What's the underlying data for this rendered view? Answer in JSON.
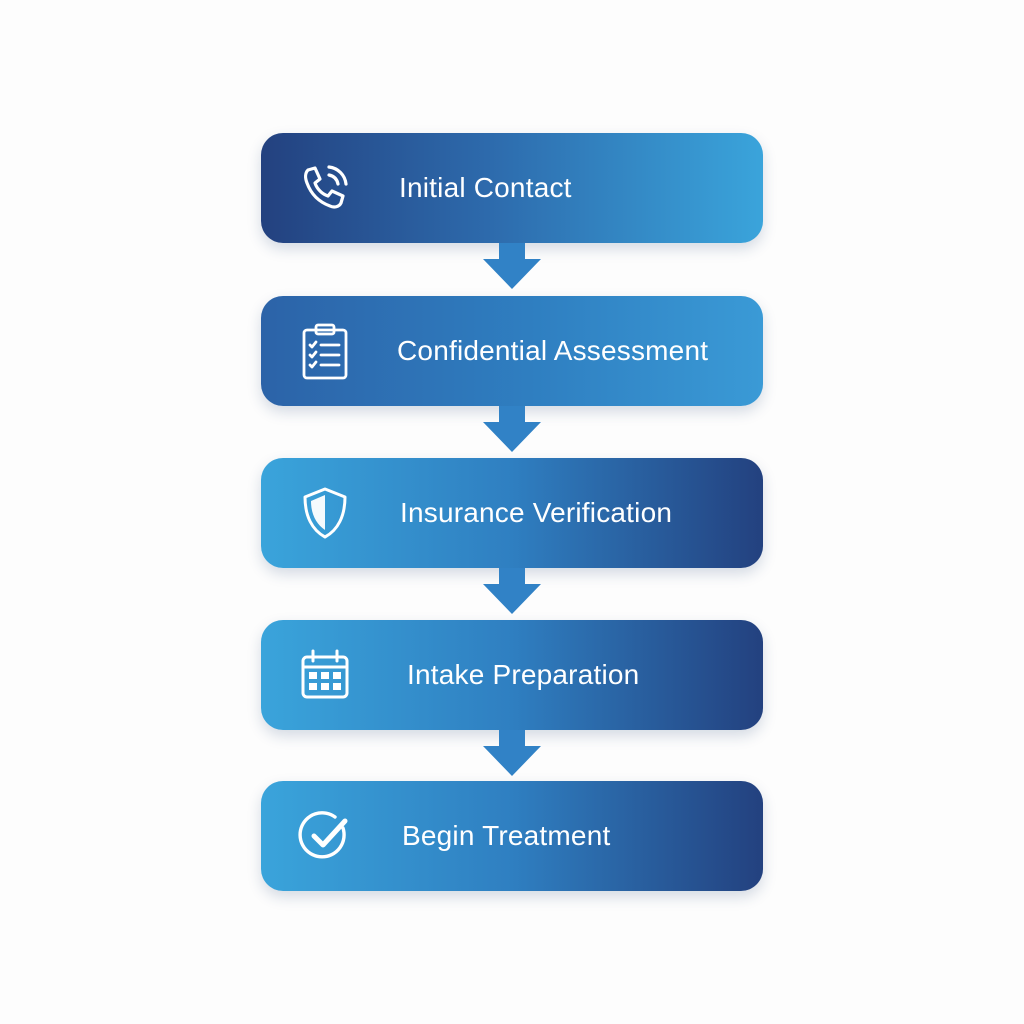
{
  "steps": [
    {
      "label": "Initial Contact",
      "icon": "phone-icon"
    },
    {
      "label": "Confidential Assessment",
      "icon": "clipboard-checklist-icon"
    },
    {
      "label": "Insurance Verification",
      "icon": "shield-icon"
    },
    {
      "label": "Intake Preparation",
      "icon": "calendar-icon"
    },
    {
      "label": "Begin Treatment",
      "icon": "check-circle-icon"
    }
  ],
  "colors": {
    "dark_blue": "#23417f",
    "light_blue": "#3aa4db",
    "arrow": "#3182c6",
    "text": "#ffffff"
  }
}
